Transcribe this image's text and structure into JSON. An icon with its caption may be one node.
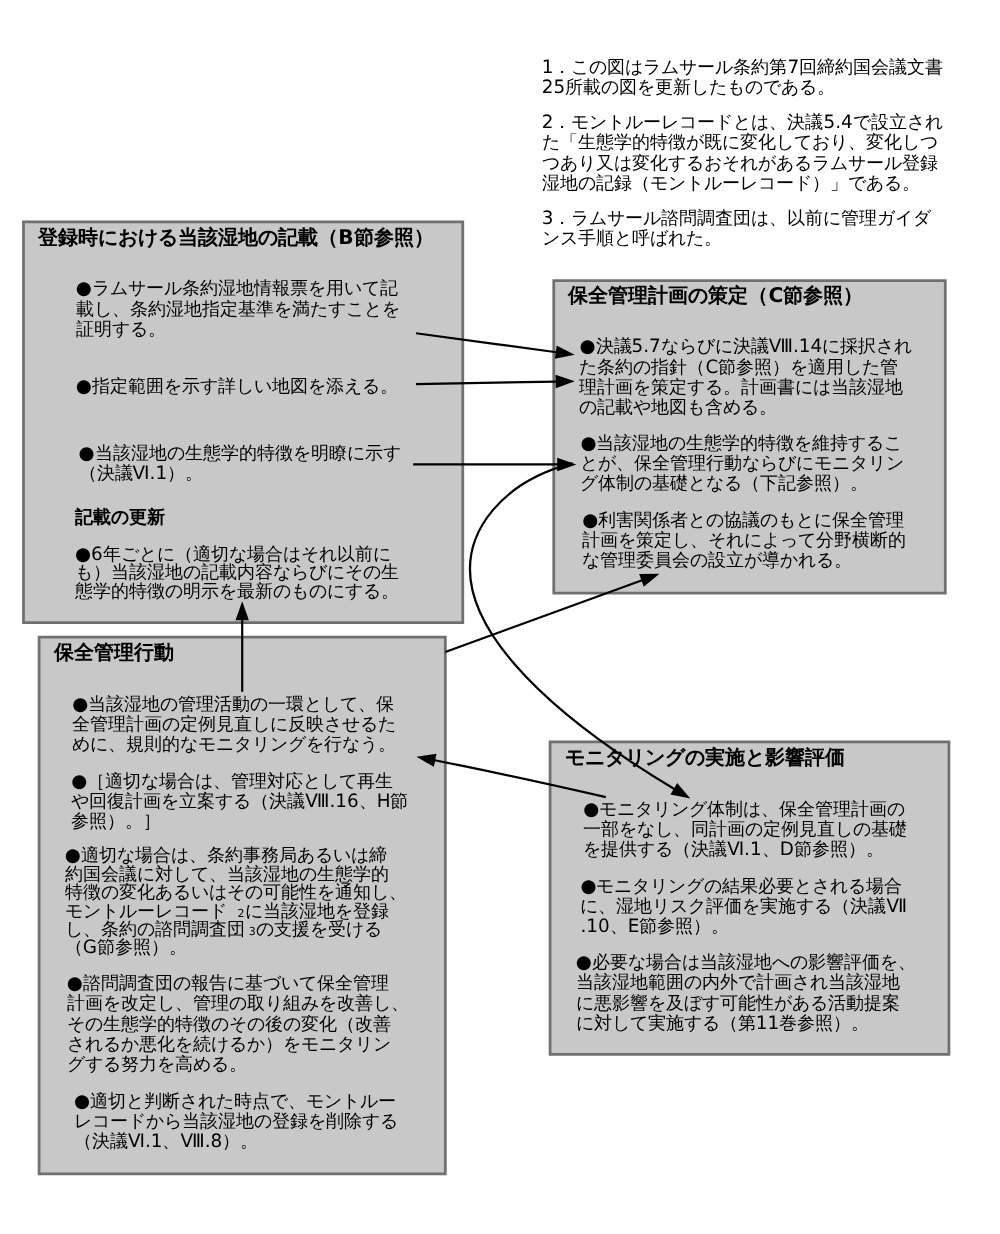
{
  "diagram": {
    "nodes": [
      {
        "text": [
          "登録時における当該湿地の記載（B節参照）"
        ]
      },
      {
        "text": [
          "●ラムサール条約湿地情報票を用いて記載し、条約湿地指定基準を満たすことを証明する。"
        ],
        "in": 0
      },
      {
        "text": [
          "●指定範囲を示す詳しい地図を添える。"
        ],
        "in": 0
      },
      {
        "text": [
          "●当該湿地の生態学的特徴を明瞭に示す（決議Ⅵ.1）。"
        ],
        "in": 0
      },
      {
        "text": [
          "記載の更新",
          "●6年ごとに（適切な場合はそれ以前にも）当該湿地の記載内容ならびにその生態学的特徴の明示を最新のものにする。"
        ],
        "in": 0
      },
      {
        "text": [
          "保全管理計画の策定（C節参照）"
        ]
      },
      {
        "text": [
          "●決議5.7ならびに決議Ⅷ.14に採択された条約の指針（C節参照）を適用した管理計画を策定する。計画書には当該湿地の記載や地図も含める。"
        ],
        "in": 5
      },
      {
        "text": [
          "●当該湿地の生態学的特徴を維持することが、保全管理行動ならびにモニタリング体制の基礎となる（下記参照）。"
        ],
        "in": 5
      },
      {
        "text": [
          "●利害関係者との協議のもとに保全管理計画を策定し、それによって分野横断的な管理委員会の設立が導かれる。"
        ],
        "in": 5
      },
      {
        "text": [
          "保全管理行動"
        ]
      },
      {
        "text": [
          "●当該湿地の管理活動の一環として、保全管理計画の定例見直しに反映させるために、規則的なモニタリングを行なう。"
        ],
        "in": 9
      },
      {
        "text": [
          "●［適切な場合は、管理対応として再生や回復計画を立案する（決議Ⅷ.16、H節参照）。］"
        ],
        "in": 9
      },
      {
        "text": [
          "●適切な場合は、条約事務局あるいは締約国会議に対して、当該湿地の生態学的特徴の変化あるいはその可能性を通知し、モントルーレコード$^{2}$に当該湿地を登録し、条約の諮問調査団$^{3}$の支援を受ける（G節参照）。"
        ],
        "in": 9
      },
      {
        "text": [
          "●諮問調査団の報告に基づいて保全管理計画を改定し、管理の取り組みを改善し、その生態学的特徴のその後の変化（改善されるか悪化を続けるか）をモニタリングする努力を高める。"
        ],
        "in": 9
      },
      {
        "text": [
          "●適切と判断された時点で、モントルーレコードから当該湿地の登録を削除する（決議Ⅵ.1、Ⅷ.8）。"
        ],
        "in": 9
      },
      {
        "text": [
          "モニタリングの実施と影響評価"
        ]
      },
      {
        "text": [
          "●モニタリング体制は、保全管理計画の一部をなし、同計画の定例見直しの基礎を提供する（決議Ⅵ.1、D節参照）。"
        ],
        "in": 15
      },
      {
        "text": [
          "●モニタリングの結果必要とされる場合に、湿地リスク評価を実施する（決議Ⅶ.10、E節参照）。"
        ],
        "in": 15
      },
      {
        "text": [
          "●必要な場合は当該湿地への影響評価を、当該湿地範囲の内外で計画され当該湿地に悪影響を及ぼす可能性がある活動提案に対して実施する（第11巻参照）。"
        ],
        "in": 15
      }
    ],
    "edges": [
      {
        "from": 1,
        "to": 6,
        "arrow": "to"
      },
      {
        "from": 2,
        "to": 6,
        "arrow": "to"
      },
      {
        "from": 3,
        "to": 7,
        "arrow": "to"
      },
      {
        "from": 9,
        "to": 8,
        "arrow": "to"
      },
      {
        "from": 7,
        "to": 16,
        "arrow": "to"
      },
      {
        "from": 16,
        "to": 10,
        "arrow": "to"
      },
      {
        "from": 10,
        "to": 4,
        "arrow": "to"
      }
    ],
    "labels": [
      "1．この図はラムサール条約第7回締約国会議文書25所載の図を更新したものである。",
      "2．モントルーレコードとは、決議5.4で設立された「生態学的特徴が既に変化しており、変化しつつあり又は変化するおそれがあるラムサール登録湿地の記録（モントルーレコード）」である。",
      "3．ラムサール諮問調査団は、以前に管理ガイダンス手順と呼ばれた。"
    ]
  }
}
